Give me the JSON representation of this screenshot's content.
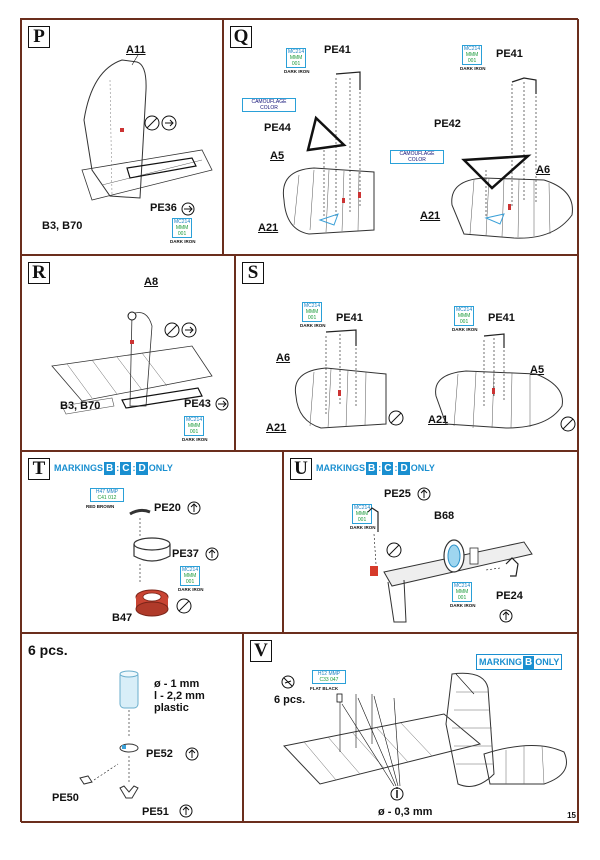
{
  "page_number": "15",
  "paint": {
    "mc214": "MC214",
    "mmm": "MMM",
    "n001": "001",
    "dark_iron": "DARK IRON",
    "h47": "H47",
    "mmp": "MMP",
    "c41": "C41",
    "n012": "012",
    "red_brown": "RED BROWN",
    "h12": "H12",
    "c33": "C33",
    "n047": "047",
    "flat_black": "FLAT BLACK",
    "camo": "CAMOUFLAGE COLOR"
  },
  "panels": {
    "p": {
      "step": "P",
      "a11": "A11",
      "pe36": "PE36",
      "b3": "B3, B70"
    },
    "q": {
      "step": "Q",
      "pe41": "PE41",
      "pe44": "PE44",
      "pe42": "PE42",
      "a5": "A5",
      "a6": "A6",
      "a21": "A21"
    },
    "r": {
      "step": "R",
      "a8": "A8",
      "b3": "B3, B70",
      "pe43": "PE43"
    },
    "s": {
      "step": "S",
      "pe41": "PE41",
      "a6": "A6",
      "a5": "A5",
      "a21": "A21"
    },
    "t": {
      "step": "T",
      "markings": "MARKINGS",
      "b": "B",
      "c": "C",
      "d": "D",
      "only": "ONLY",
      "pe20": "PE20",
      "pe37": "PE37",
      "b47": "B47"
    },
    "u": {
      "step": "U",
      "markings": "MARKINGS",
      "b": "B",
      "c": "C",
      "d": "D",
      "only": "ONLY",
      "pe25": "PE25",
      "b68": "B68",
      "pe24": "PE24"
    },
    "six": {
      "count": "6 pcs.",
      "dia": "ø - 1 mm",
      "len": "l - 2,2 mm",
      "mat": "plastic",
      "pe52": "PE52",
      "pe50": "PE50",
      "pe51": "PE51"
    },
    "v": {
      "step": "V",
      "markings": "MARKING",
      "b": "B",
      "only": "ONLY",
      "count": "6 pcs.",
      "dia": "ø - 0,3 mm"
    }
  }
}
